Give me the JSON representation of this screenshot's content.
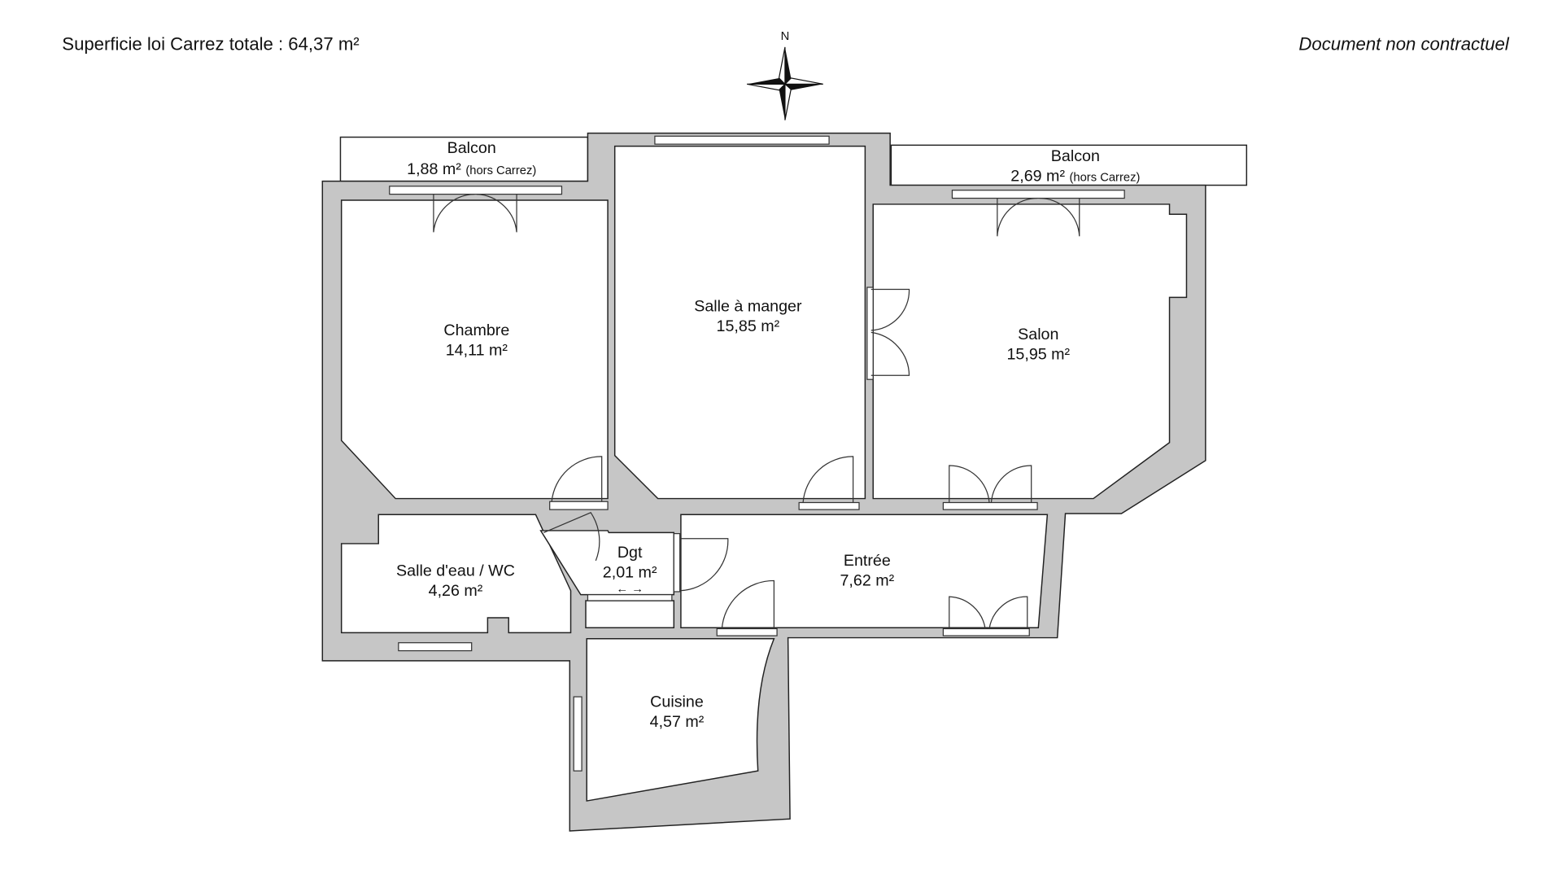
{
  "header": {
    "total_area": "Superficie loi Carrez totale :  64,37 m²",
    "disclaimer": "Document non contractuel"
  },
  "compass": {
    "north_label": "N"
  },
  "rooms": {
    "balcon_left": {
      "name": "Balcon",
      "area": "1,88 m²",
      "note": "(hors Carrez)"
    },
    "balcon_right": {
      "name": "Balcon",
      "area": "2,69 m²",
      "note": "(hors Carrez)"
    },
    "chambre": {
      "name": "Chambre",
      "area": "14,11 m²"
    },
    "salle_a_manger": {
      "name": "Salle à manger",
      "area": "15,85 m²"
    },
    "salon": {
      "name": "Salon",
      "area": "15,95 m²"
    },
    "salle_eau": {
      "name": "Salle d'eau / WC",
      "area": "4,26 m²"
    },
    "dgt": {
      "name": "Dgt",
      "area": "2,01 m²"
    },
    "entree": {
      "name": "Entrée",
      "area": "7,62 m²"
    },
    "cuisine": {
      "name": "Cuisine",
      "area": "4,57 m²"
    }
  }
}
